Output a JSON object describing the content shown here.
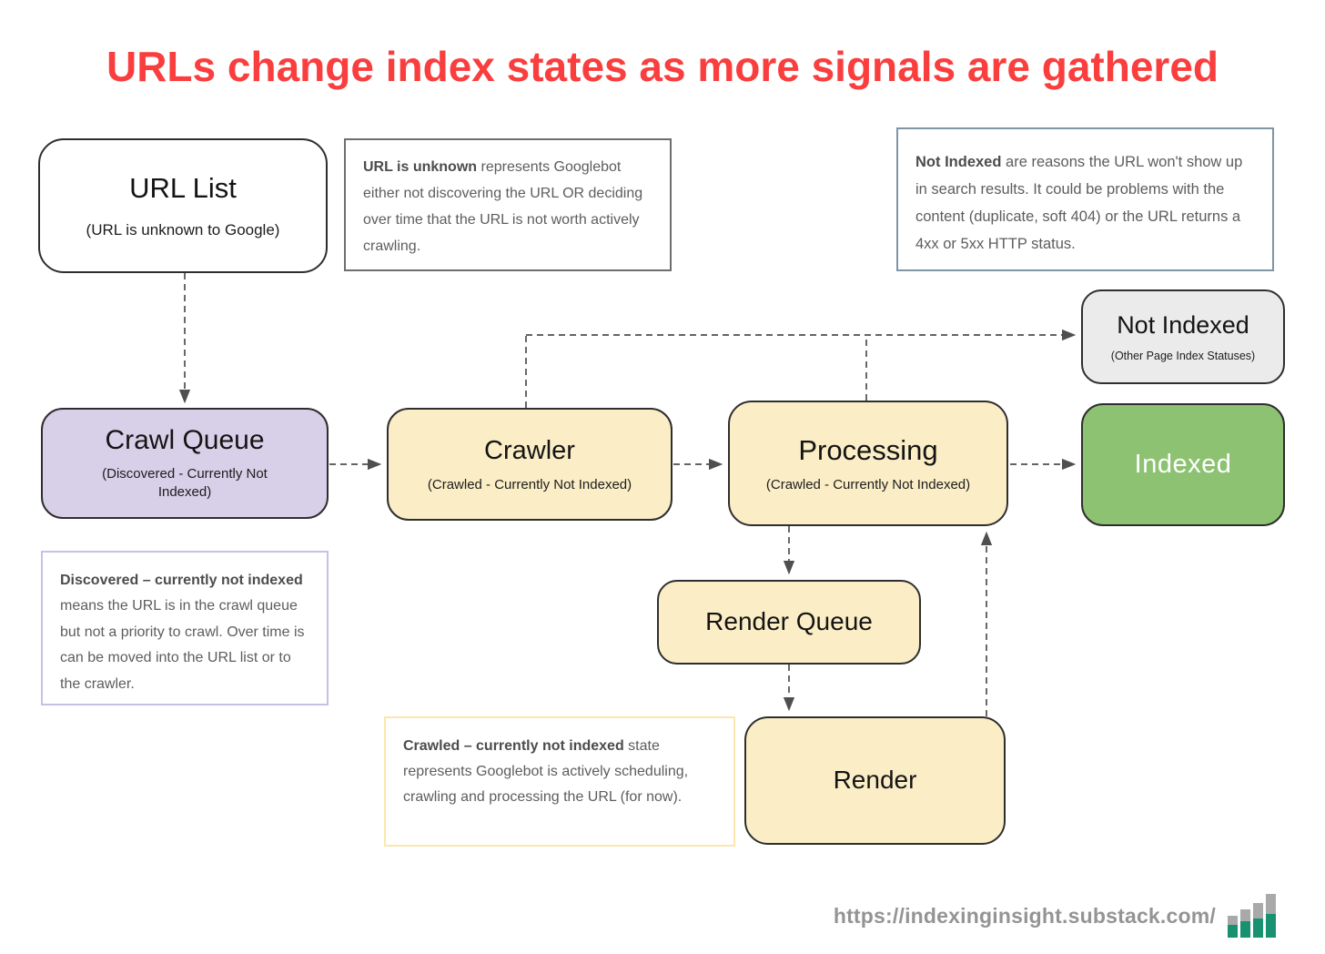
{
  "title": "URLs change index states as more signals are gathered",
  "nodes": {
    "url_list": {
      "title": "URL List",
      "subtitle": "(URL is unknown to Google)"
    },
    "crawl_queue": {
      "title": "Crawl Queue",
      "subtitle": "(Discovered - Currently Not Indexed)"
    },
    "crawler": {
      "title": "Crawler",
      "subtitle": "(Crawled - Currently Not Indexed)"
    },
    "processing": {
      "title": "Processing",
      "subtitle": "(Crawled - Currently Not Indexed)"
    },
    "not_indexed": {
      "title": "Not Indexed",
      "subtitle": "(Other Page Index Statuses)"
    },
    "indexed": {
      "title": "Indexed"
    },
    "render_queue": {
      "title": "Render Queue"
    },
    "render": {
      "title": "Render"
    }
  },
  "notes": {
    "url_unknown": {
      "bold": "URL is unknown",
      "rest": " represents Googlebot either not discovering the URL OR deciding over time that the URL is not worth actively crawling."
    },
    "not_indexed": {
      "bold": "Not Indexed",
      "rest": " are reasons the URL won't show up in search results. It could be problems with the content (duplicate, soft 404) or the URL returns a 4xx or 5xx HTTP status."
    },
    "discovered": {
      "bold": "Discovered – currently not indexed",
      "rest": " means the URL is in the crawl queue but not a priority to crawl. Over time is can be moved into the URL list or to the crawler."
    },
    "crawled": {
      "bold": "Crawled – currently not indexed",
      "rest": " state represents Googlebot is actively scheduling, crawling and processing the URL (for now)."
    }
  },
  "footer": {
    "url": "https://indexinginsight.substack.com/",
    "logo_icon": "bar-chart-icon"
  },
  "colors": {
    "title_red": "#FA3E3E",
    "box_purple": "#D8CFE9",
    "box_cream": "#FBEEC6",
    "box_green": "#8CC271",
    "box_gray": "#EBEBEB",
    "border_dark": "#2E2E2E",
    "note_gray_border": "#6E6E6E",
    "note_slate_border": "#7E96A3",
    "note_purple_border": "#C7C0E8",
    "note_yellow_border": "#FBE7AD",
    "arrow": "#4F4F4F",
    "logo_green": "#189170",
    "logo_gray": "#A9A9A9",
    "footer_text": "#949494"
  }
}
